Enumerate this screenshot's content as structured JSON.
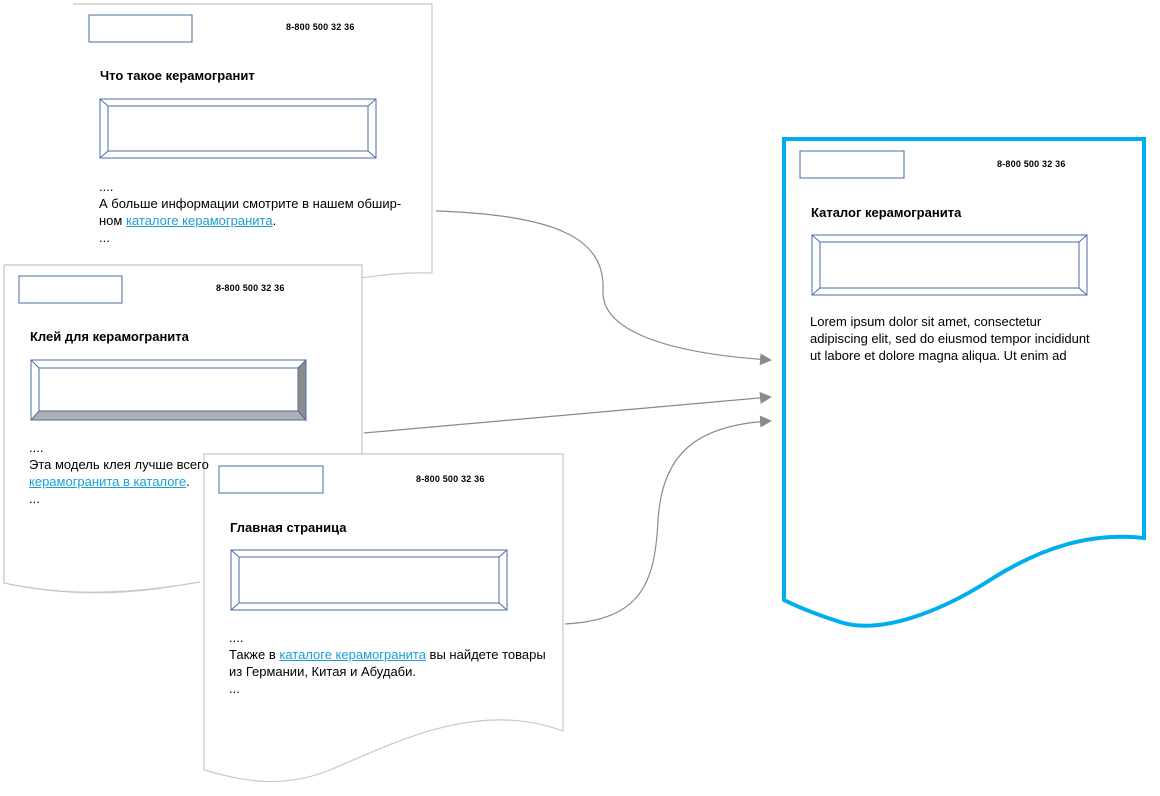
{
  "pages": {
    "about": {
      "phone": "8-800 500 32 36",
      "title": "Что такое керамогранит",
      "dots_top": "....",
      "line1": "А больше информации смотрите в нашем обшир-",
      "line2_pre": "ном ",
      "line2_link": "каталоге керамогранита",
      "line2_post": ".",
      "dots_bottom": "..."
    },
    "glue": {
      "phone": "8-800 500 32 36",
      "title": "Клей для керамогранита",
      "dots_top": "....",
      "line1": "Эта модель клея лучше всего",
      "line2_link": "керамогранита в каталоге",
      "line2_post": ".",
      "dots_bottom": "..."
    },
    "home": {
      "phone": "8-800 500 32 36",
      "title": "Главная страница",
      "dots_top": "....",
      "line1_pre": "Также в ",
      "line1_link": "каталоге керамогранита",
      "line1_post": " вы найдете товары",
      "line2": "из Германии, Китая и Абудаби.",
      "dots_bottom": "..."
    },
    "catalog": {
      "phone": "8-800 500 32 36",
      "title": "Каталог керамогранита",
      "lines": [
        "Lorem ipsum dolor sit amet, consectetur",
        "adipiscing elit, sed do eiusmod tempor incididunt",
        "ut labore et dolore magna aliqua. Ut enim ad"
      ]
    }
  },
  "colors": {
    "page_border": "#c8c8c8",
    "target_border": "#00aeef",
    "box_stroke": "#4a6ea9",
    "link": "#1a9fd6",
    "arrow": "#8a8a8a"
  }
}
